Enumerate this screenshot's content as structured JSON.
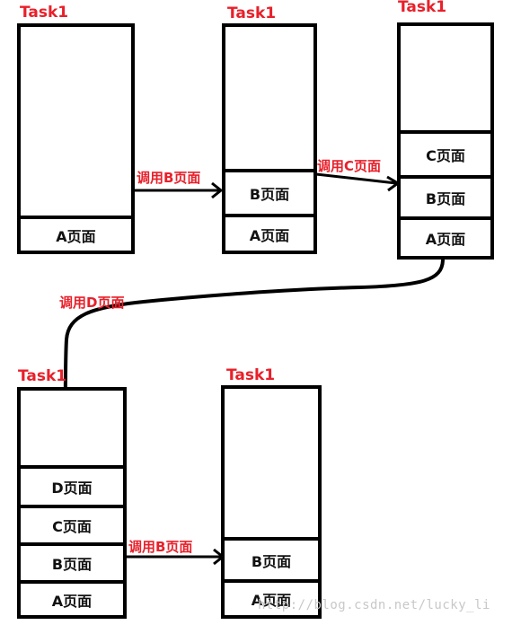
{
  "diagram": {
    "task_label": "Task1",
    "stacks": [
      {
        "id": "s1",
        "slots": [
          "A页面"
        ]
      },
      {
        "id": "s2",
        "slots": [
          "B页面",
          "A页面"
        ]
      },
      {
        "id": "s3",
        "slots": [
          "C页面",
          "B页面",
          "A页面"
        ]
      },
      {
        "id": "s4",
        "slots": [
          "D页面",
          "C页面",
          "B页面",
          "A页面"
        ]
      },
      {
        "id": "s5",
        "slots": [
          "B页面",
          "A页面"
        ]
      }
    ],
    "calls": {
      "b1": "调用B页面",
      "c": "调用C页面",
      "d": "调用D页面",
      "b2": "调用B页面"
    },
    "watermark": "http://blog.csdn.net/lucky_li"
  }
}
